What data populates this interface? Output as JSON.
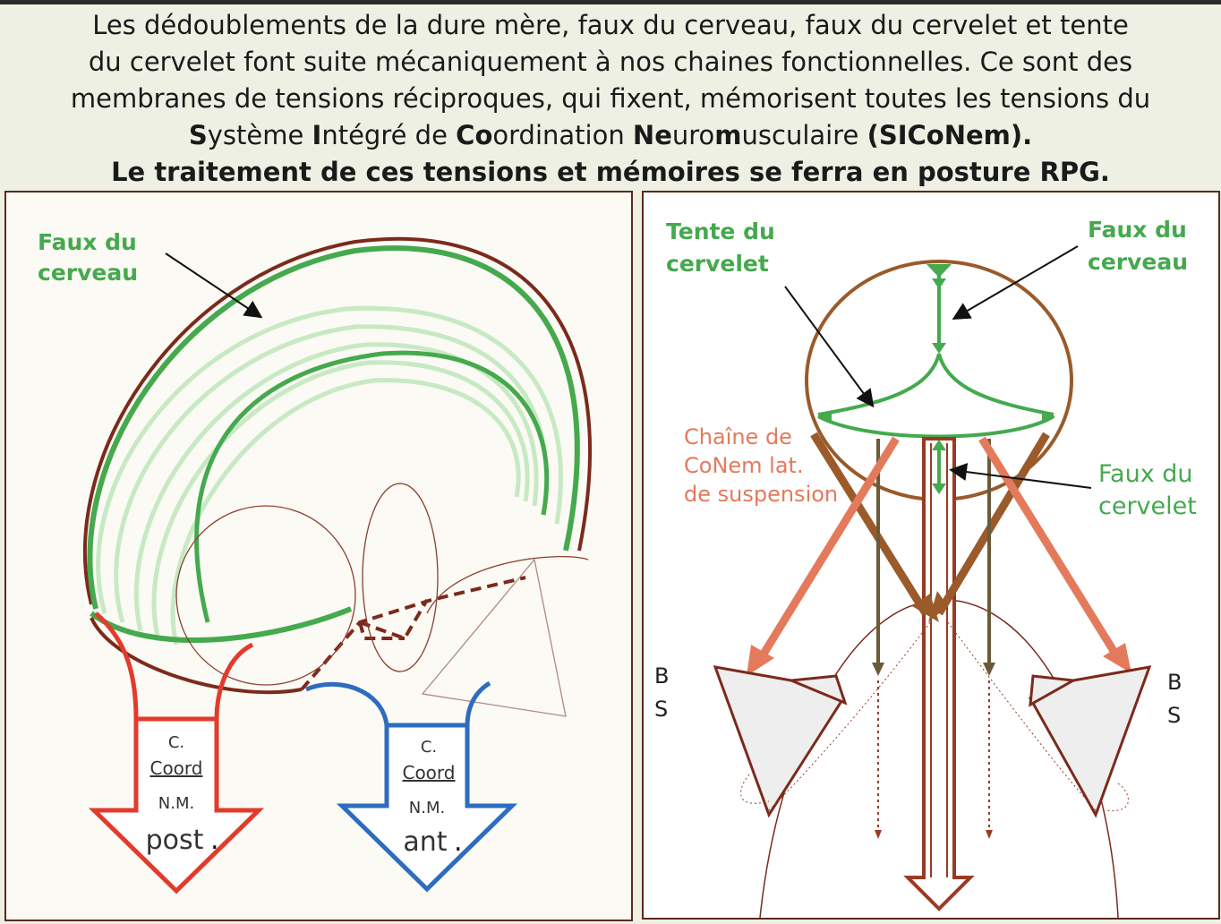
{
  "heading": {
    "line1": "Les dédoublements de la dure mère, faux du cerveau, faux du cervelet et tente",
    "line2": "du cervelet font suite mécaniquement à nos chaines fonctionnelles. Ce sont des",
    "line3": "membranes de tensions réciproques, qui fixent, mémorisent toutes les tensions du",
    "line4_parts": [
      "S",
      "ystème ",
      "I",
      "ntégré de ",
      "Co",
      "ordination ",
      "Ne",
      "uro",
      "m",
      "usculaire ",
      "(SICoNem)."
    ],
    "line5": "Le traitement de ces tensions et mémoires se ferra en posture RPG."
  },
  "left_panel": {
    "faux_label_1": "Faux du",
    "faux_label_2": "cerveau",
    "post_arrow": {
      "l1": "C.",
      "l2": "Coord",
      "l3": "N.M.",
      "l4": "post",
      "dot": "."
    },
    "ant_arrow": {
      "l1": "C.",
      "l2": "Coord",
      "l3": "N.M.",
      "l4": "ant",
      "dot": "."
    }
  },
  "right_panel": {
    "tente_1": "Tente du",
    "tente_2": "cervelet",
    "faux_cerveau_1": "Faux du",
    "faux_cerveau_2": "cerveau",
    "chaine_1": "Chaîne de",
    "chaine_2": "CoNem lat.",
    "chaine_3": "de suspension",
    "faux_cervelet_1": "Faux du",
    "faux_cervelet_2": "cervelet",
    "bs_left_b": "B",
    "bs_left_s": "S",
    "bs_right_b": "B",
    "bs_right_s": "S"
  },
  "colors": {
    "green": "#45a94e",
    "light_green": "#b9e2b6",
    "dark_red": "#7b2a1c",
    "brown": "#9a5a2a",
    "salmon": "#e47a5c",
    "red": "#e33a2c",
    "blue": "#2d6cc0"
  }
}
